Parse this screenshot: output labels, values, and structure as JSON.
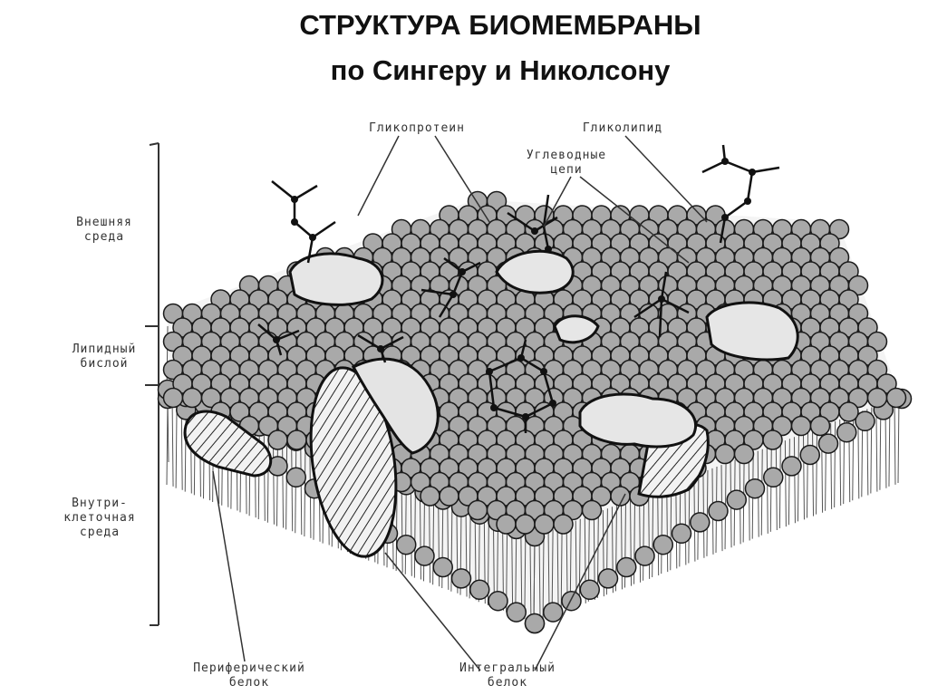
{
  "title": {
    "line1": "СТРУКТУРА БИОМЕМБРАНЫ",
    "line2": "по Сингеру и Николсону"
  },
  "labels": {
    "outer_env_1": "Внешняя",
    "outer_env_2": "среда",
    "lipid_bilayer_1": "Липидный",
    "lipid_bilayer_2": "бислой",
    "intracellular_1": "Внутри-",
    "intracellular_2": "клеточная",
    "intracellular_3": "среда",
    "glycoprotein": "Гликопротеин",
    "glycolipid": "Гликолипид",
    "carb_chains_1": "Углеводные",
    "carb_chains_2": "цепи",
    "peripheral_1": "Периферический",
    "peripheral_2": "белок",
    "integral_1": "Интегральный",
    "integral_2": "белок"
  },
  "colors": {
    "head": "#a9a9a9",
    "outline": "#1a1a1a",
    "protein": "#e6e6e6"
  }
}
